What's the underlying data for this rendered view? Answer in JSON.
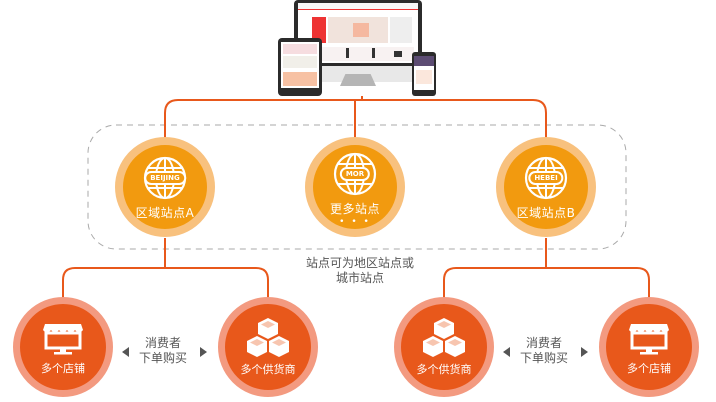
{
  "devices": {
    "label": "multi-device storefront preview",
    "icon": "responsive-devices-icon"
  },
  "sites": [
    {
      "badge": "BEIJING",
      "label": "区域站点A",
      "icon": "globe-icon"
    },
    {
      "badge": "MOR",
      "label": "更多站点",
      "dots": "• • •",
      "icon": "globe-icon"
    },
    {
      "badge": "HEBEI",
      "label": "区域站点B",
      "icon": "globe-icon"
    }
  ],
  "group_note": {
    "line1": "站点可为地区站点或",
    "line2": "城市站点"
  },
  "left_branch": {
    "store": {
      "label": "多个店铺",
      "icon": "storefront-icon"
    },
    "consumer": {
      "line1": "消费者",
      "line2": "下单购买"
    },
    "supplier": {
      "label": "多个供货商",
      "icon": "boxes-icon"
    }
  },
  "right_branch": {
    "supplier": {
      "label": "多个供货商",
      "icon": "boxes-icon"
    },
    "consumer": {
      "line1": "消费者",
      "line2": "下单购买"
    },
    "store": {
      "label": "多个店铺",
      "icon": "storefront-icon"
    }
  },
  "colors": {
    "site_fill": "#f29a0f",
    "site_ring": "#f8c17e",
    "shop_fill": "#e8581b",
    "shop_ring": "#f39a80",
    "connector": "#e8581b",
    "dashed_border": "#aaaaaa",
    "text": "#555555"
  }
}
